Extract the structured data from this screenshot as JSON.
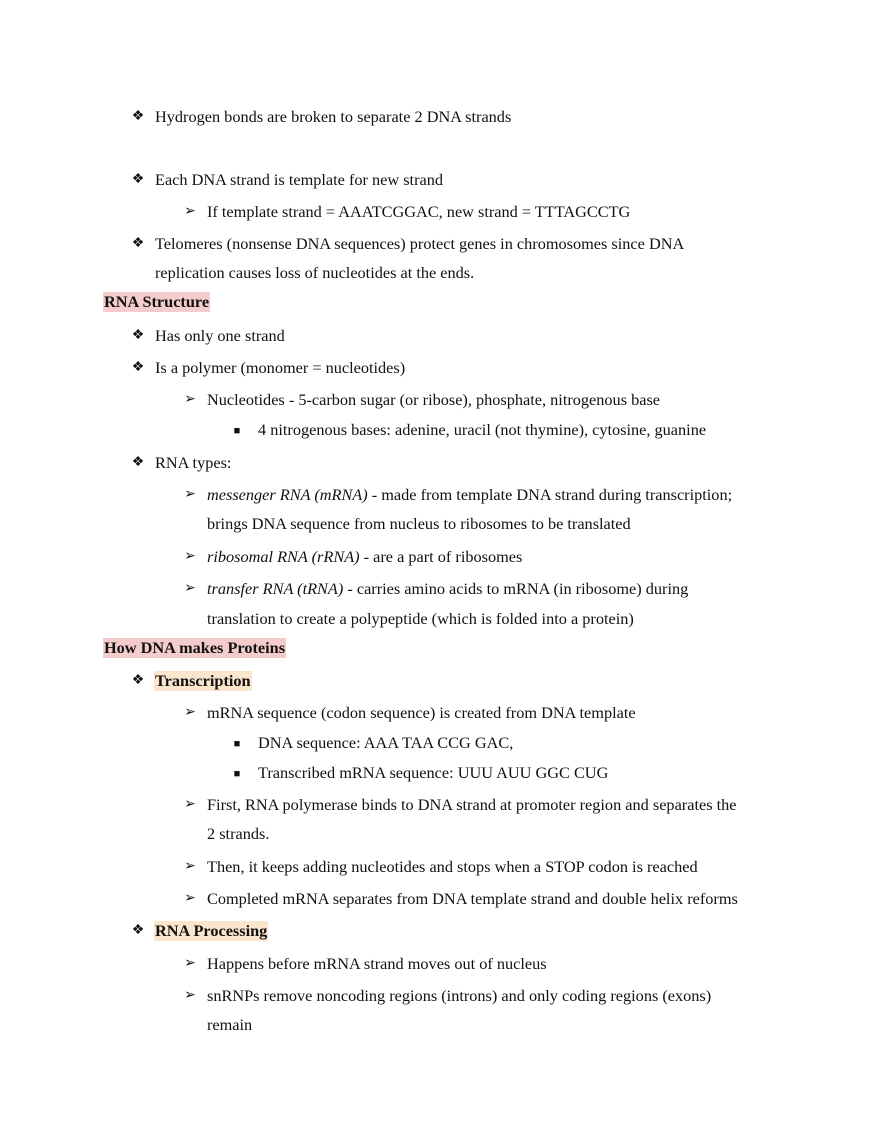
{
  "document": {
    "sections": [
      {
        "id": "dna-replication-continued",
        "items": [
          {
            "level": 1,
            "text": "Hydrogen bonds are broken to separate 2 DNA strands"
          },
          {
            "level": 1,
            "text": "Each DNA strand is template for new strand"
          },
          {
            "level": 2,
            "text": "If template strand = AAATCGGAC, new strand = TTTAGCCTG"
          },
          {
            "level": 1,
            "text_line1": "Telomeres (nonsense DNA sequences) protect genes in chromosomes since DNA",
            "text_line2": "replication causes loss of nucleotides at the ends."
          }
        ]
      },
      {
        "id": "rna-structure",
        "heading": "RNA Structure",
        "heading_highlight": "#f4cccc",
        "items": [
          {
            "level": 1,
            "text": "Has only one strand"
          },
          {
            "level": 1,
            "text": "Is a polymer (monomer = nucleotides)"
          },
          {
            "level": 2,
            "text": "Nucleotides - 5-carbon sugar (or ribose), phosphate, nitrogenous base"
          },
          {
            "level": 3,
            "text": "4 nitrogenous bases: adenine, uracil (not thymine), cytosine, guanine"
          },
          {
            "level": 1,
            "text": "RNA types:"
          },
          {
            "level": 2,
            "term": "messenger RNA (mRNA)",
            "text_line1": " - made from template DNA strand during transcription;",
            "text_line2": "brings DNA sequence from nucleus to ribosomes to be translated"
          },
          {
            "level": 2,
            "term": "ribosomal RNA (rRNA)",
            "text": " - are a part of ribosomes"
          },
          {
            "level": 2,
            "term": "transfer RNA (tRNA)",
            "text_line1": " - carries amino acids to mRNA (in ribosome) during",
            "text_line2": "translation to create a polypeptide (which is folded into a protein)"
          }
        ]
      },
      {
        "id": "how-dna-makes-proteins",
        "heading": "How DNA makes Proteins",
        "heading_highlight": "#f4cccc",
        "subsections": [
          {
            "heading": "Transcription",
            "heading_highlight": "#fce5cd",
            "items": [
              {
                "level": 2,
                "text": "mRNA sequence (codon sequence) is created from DNA template"
              },
              {
                "level": 3,
                "text": "DNA sequence: AAA TAA CCG GAC,"
              },
              {
                "level": 3,
                "text": "Transcribed mRNA sequence: UUU AUU GGC CUG"
              },
              {
                "level": 2,
                "text_line1": "First, RNA polymerase binds to DNA strand at promoter region and separates the",
                "text_line2": "2 strands."
              },
              {
                "level": 2,
                "text": "Then, it keeps adding nucleotides and stops when a STOP codon is reached"
              },
              {
                "level": 2,
                "text": "Completed mRNA separates from DNA template strand and double helix reforms"
              }
            ]
          },
          {
            "heading": "RNA Processing",
            "heading_highlight": "#fce5cd",
            "items": [
              {
                "level": 2,
                "text": "Happens before mRNA strand moves out of nucleus"
              },
              {
                "level": 2,
                "text_line1": "snRNPs remove noncoding regions (introns) and only coding regions (exons)",
                "text_line2": "remain"
              }
            ]
          }
        ]
      }
    ],
    "bullet_glyphs": {
      "level1": "❖",
      "level2": "➢",
      "level3": "■"
    }
  }
}
